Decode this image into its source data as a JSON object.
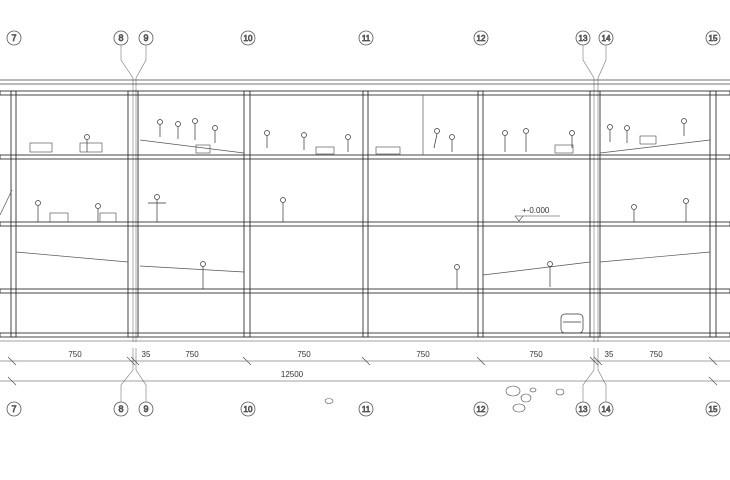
{
  "grid_axes": [
    {
      "id": "7"
    },
    {
      "id": "8"
    },
    {
      "id": "9"
    },
    {
      "id": "10"
    },
    {
      "id": "11"
    },
    {
      "id": "12"
    },
    {
      "id": "13"
    },
    {
      "id": "14"
    },
    {
      "id": "15"
    }
  ],
  "dimensions": {
    "bays": [
      "750",
      "35",
      "750",
      "750",
      "750",
      "750",
      "35",
      "750"
    ],
    "total": "12500"
  },
  "level_marker": "+-0.000"
}
